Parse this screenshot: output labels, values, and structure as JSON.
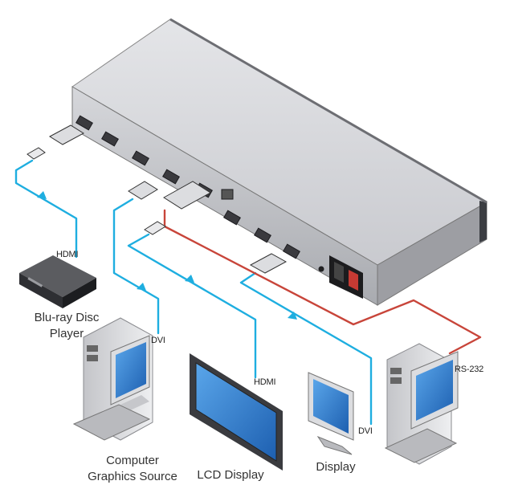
{
  "cable_labels": {
    "hdmi_bluray": "HDMI",
    "dvi_computer": "DVI",
    "hdmi_lcd": "HDMI",
    "dvi_display": "DVI",
    "rs232": "RS-232"
  },
  "devices": {
    "bluray": {
      "line1": "Blu-ray Disc",
      "line2": "Player"
    },
    "computer": {
      "line1": "Computer",
      "line2": "Graphics Source"
    },
    "lcd": {
      "line1": "LCD Display"
    },
    "display": {
      "line1": "Display"
    }
  },
  "colors": {
    "video_cable": "#1eaee0",
    "serial_cable": "#c8453a",
    "chassis": "#cfd0d4",
    "screen": "#2f7fd0"
  }
}
